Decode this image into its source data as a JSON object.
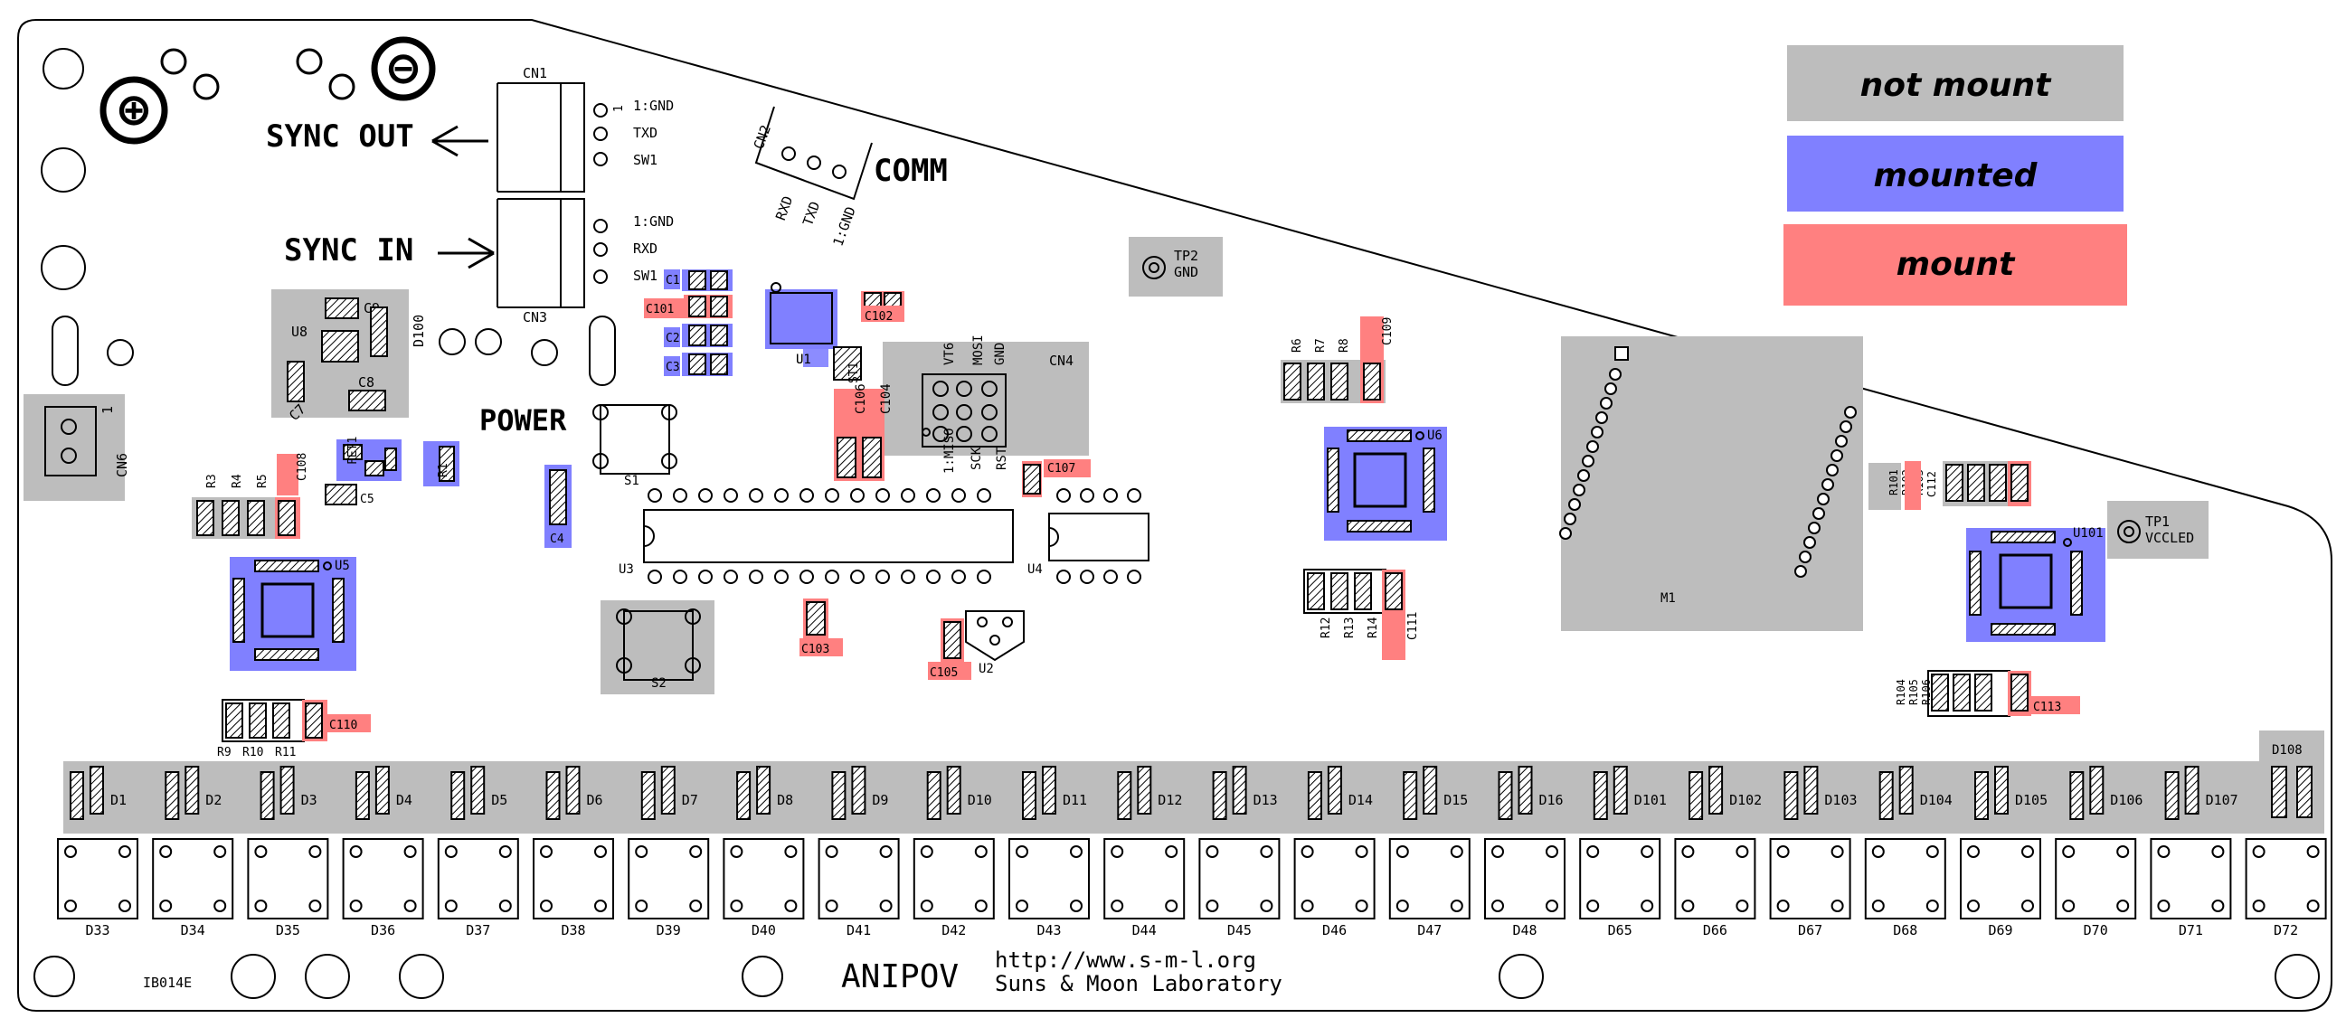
{
  "legend": {
    "not_mount": {
      "label": "not mount",
      "color": "#bdbdbd"
    },
    "mounted": {
      "label": "mounted",
      "color": "#8080ff"
    },
    "mount": {
      "label": "mount",
      "color": "#ff8080"
    }
  },
  "board": {
    "power_plus": "⊕",
    "power_minus": "⊖",
    "sync_out": "SYNC OUT",
    "sync_in": "SYNC IN",
    "power": "POWER",
    "comm": "COMM",
    "board_id": "IB014E",
    "product": "ANIPOV",
    "url": "http://www.s-m-l.org",
    "lab": "Suns & Moon Laboratory"
  },
  "connectors": {
    "cn1": {
      "ref": "CN1",
      "pins": [
        "1:GND",
        "TXD",
        "SW1"
      ]
    },
    "cn3": {
      "ref": "CN3",
      "pins": [
        "1:GND",
        "RXD",
        "SW1"
      ]
    },
    "cn2": {
      "ref": "CN2",
      "pins": [
        "RXD",
        "TXD",
        "1:GND"
      ]
    },
    "cn4": {
      "ref": "CN4",
      "top": [
        "VT6",
        "MOSI",
        "GND"
      ],
      "bottom": [
        "1:MISO",
        "SCK",
        "RST"
      ]
    },
    "cn6": {
      "ref": "CN6"
    },
    "pin1": "1"
  },
  "testpoints": {
    "tp2": {
      "ref": "TP2",
      "net": "GND"
    },
    "tp1": {
      "ref": "TP1",
      "net": "VCCLED"
    }
  },
  "parts": {
    "c1": "C1",
    "c2": "C2",
    "c3": "C3",
    "c4": "C4",
    "c5": "C5",
    "c7": "C7",
    "c8": "C8",
    "c9": "C9",
    "c101": "C101",
    "c102": "C102",
    "c103": "C103",
    "c104": "C104",
    "c105": "C105",
    "c106": "C106",
    "c107": "C107",
    "c108": "C108",
    "c109": "C109",
    "c110": "C110",
    "c111": "C111",
    "c112": "C112",
    "c113": "C113",
    "r1": "R1",
    "r3": "R3",
    "r4": "R4",
    "r5": "R5",
    "r6": "R6",
    "r7": "R7",
    "r8": "R8",
    "r9": "R9",
    "r10": "R10",
    "r11": "R11",
    "r12": "R12",
    "r13": "R13",
    "r14": "R14",
    "r101": "R101",
    "r102": "R102",
    "r103": "R103",
    "r104": "R104",
    "r105": "R105",
    "r106": "R106",
    "u1": "U1",
    "u2": "U2",
    "u3": "U3",
    "u4": "U4",
    "u5": "U5",
    "u6": "U6",
    "u8": "U8",
    "u101": "U101",
    "s1": "S1",
    "s2": "S2",
    "st1": "ST1",
    "fet1": "FET1",
    "d100": "D100",
    "d108": "D108",
    "m1": "M1"
  },
  "led_row": [
    "D1",
    "D2",
    "D3",
    "D4",
    "D5",
    "D6",
    "D7",
    "D8",
    "D9",
    "D10",
    "D11",
    "D12",
    "D13",
    "D14",
    "D15",
    "D16",
    "D101",
    "D102",
    "D103",
    "D104",
    "D105",
    "D106",
    "D107"
  ],
  "switch_row": [
    "D33",
    "D34",
    "D35",
    "D36",
    "D37",
    "D38",
    "D39",
    "D40",
    "D41",
    "D42",
    "D43",
    "D44",
    "D45",
    "D46",
    "D47",
    "D48",
    "D65",
    "D66",
    "D67",
    "D68",
    "D69",
    "D70",
    "D71",
    "D72"
  ]
}
